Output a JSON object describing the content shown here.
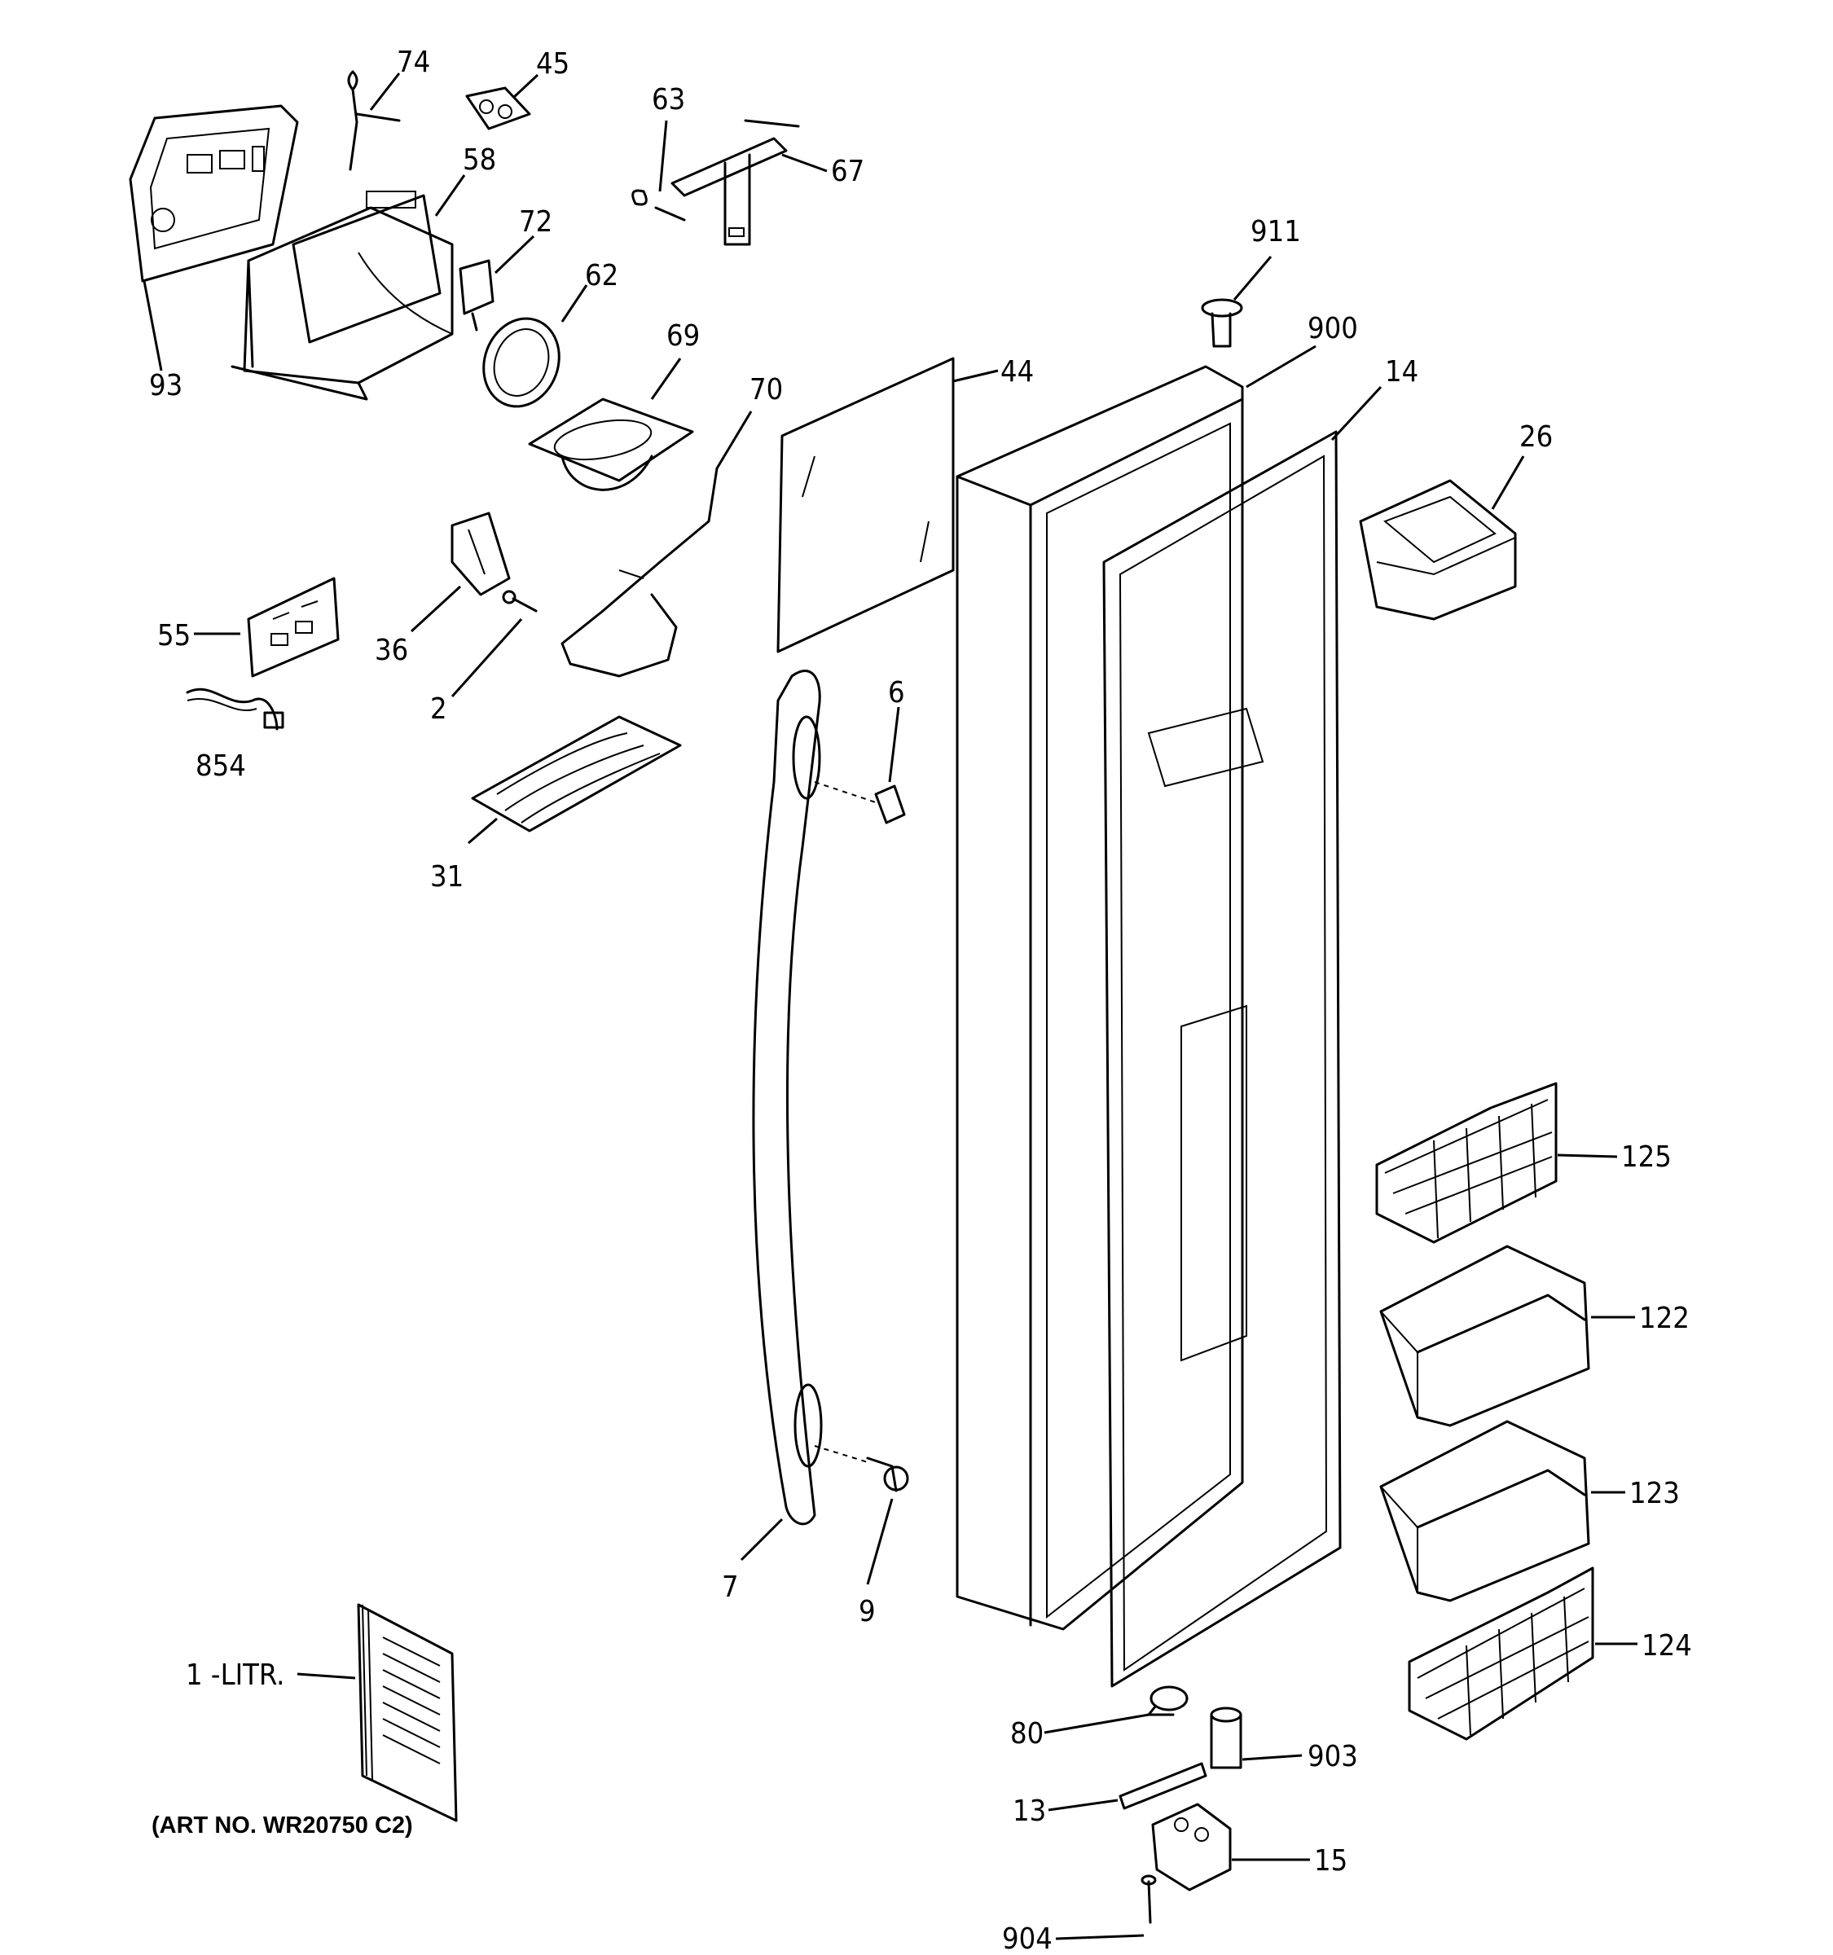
{
  "art_number": "(ART NO. WR20750 C2)",
  "callouts": [
    {
      "id": "74",
      "text": "74"
    },
    {
      "id": "45",
      "text": "45"
    },
    {
      "id": "63",
      "text": "63"
    },
    {
      "id": "67",
      "text": "67"
    },
    {
      "id": "58",
      "text": "58"
    },
    {
      "id": "72",
      "text": "72"
    },
    {
      "id": "62",
      "text": "62"
    },
    {
      "id": "93",
      "text": "93"
    },
    {
      "id": "69",
      "text": "69"
    },
    {
      "id": "70",
      "text": "70"
    },
    {
      "id": "44",
      "text": "44"
    },
    {
      "id": "911",
      "text": "911"
    },
    {
      "id": "900",
      "text": "900"
    },
    {
      "id": "14",
      "text": "14"
    },
    {
      "id": "26",
      "text": "26"
    },
    {
      "id": "55",
      "text": "55"
    },
    {
      "id": "36",
      "text": "36"
    },
    {
      "id": "2",
      "text": "2"
    },
    {
      "id": "854",
      "text": "854"
    },
    {
      "id": "6",
      "text": "6"
    },
    {
      "id": "31",
      "text": "31"
    },
    {
      "id": "125",
      "text": "125"
    },
    {
      "id": "122",
      "text": "122"
    },
    {
      "id": "123",
      "text": "123"
    },
    {
      "id": "7",
      "text": "7"
    },
    {
      "id": "9",
      "text": "9"
    },
    {
      "id": "124",
      "text": "124"
    },
    {
      "id": "1-litr",
      "text": "1 -LITR."
    },
    {
      "id": "80",
      "text": "80"
    },
    {
      "id": "903",
      "text": "903"
    },
    {
      "id": "13",
      "text": "13"
    },
    {
      "id": "15",
      "text": "15"
    },
    {
      "id": "904",
      "text": "904"
    }
  ]
}
